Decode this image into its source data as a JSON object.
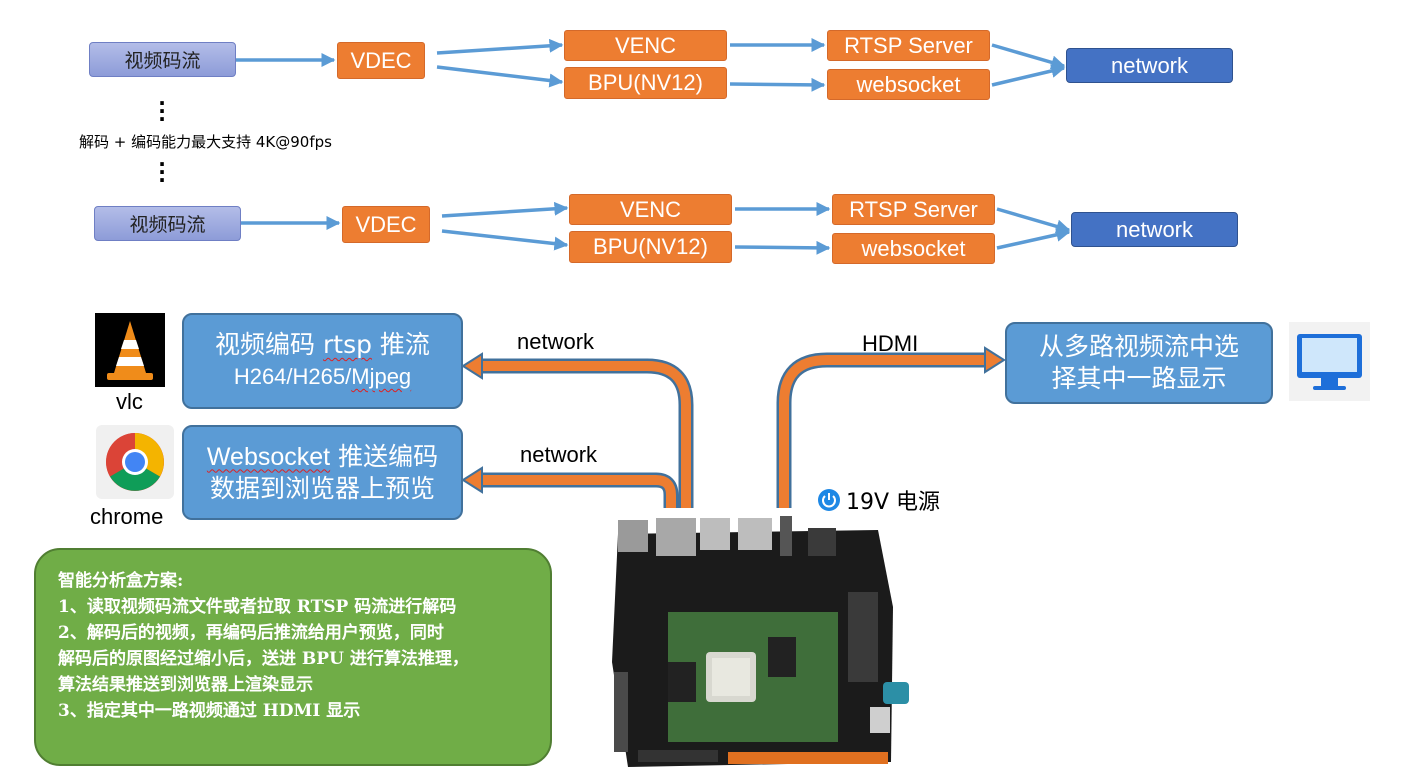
{
  "colors": {
    "orange": "#ed7d31",
    "blue": "#5b9bd5",
    "network": "#4472c4",
    "green": "#70ad47",
    "arrow": "#5b9bd5"
  },
  "pipeline_top": {
    "source": "视频码流",
    "vdec": "VDEC",
    "venc": "VENC",
    "bpu": "BPU(NV12)",
    "rtsp": "RTSP Server",
    "websocket": "websocket",
    "network": "network"
  },
  "pipeline_bottom": {
    "source": "视频码流",
    "vdec": "VDEC",
    "venc": "VENC",
    "bpu": "BPU(NV12)",
    "rtsp": "RTSP Server",
    "websocket": "websocket",
    "network": "network"
  },
  "capacity_note": "解码 + 编码能力最大支持 4K@90fps",
  "vlc": {
    "label": "vlc",
    "icon": "vlc-cone-icon"
  },
  "chrome": {
    "label": "chrome",
    "icon": "chrome-icon"
  },
  "rtsp_box": {
    "line1_a": "视频编码 ",
    "line1_b": "rtsp",
    "line1_c": " 推流",
    "line2_a": "H264/H265/",
    "line2_b": "Mjpeg"
  },
  "ws_box": {
    "line1_a": "Websocket",
    "line1_b": " 推送编码",
    "line2": "数据到浏览器上预览"
  },
  "hdmi_box": {
    "line1": "从多路视频流中选",
    "line2": "择其中一路显示"
  },
  "arrow_labels": {
    "network_top": "network",
    "network_bottom": "network",
    "hdmi": "HDMI"
  },
  "power": {
    "label": "19V 电源",
    "icon": "power-icon"
  },
  "monitor": {
    "icon": "monitor-icon"
  },
  "solution": {
    "title": "智能分析盒方案:",
    "line1": "1、读取视频码流文件或者拉取 RTSP 码流进行解码",
    "line2": "2、解码后的视频，再编码后推流给用户预览，同时",
    "line3": "解码后的原图经过缩小后，送进 BPU 进行算法推理，",
    "line4": "算法结果推送到浏览器上渲染显示",
    "line5": "3、指定其中一路视频通过 HDMI 显示"
  }
}
